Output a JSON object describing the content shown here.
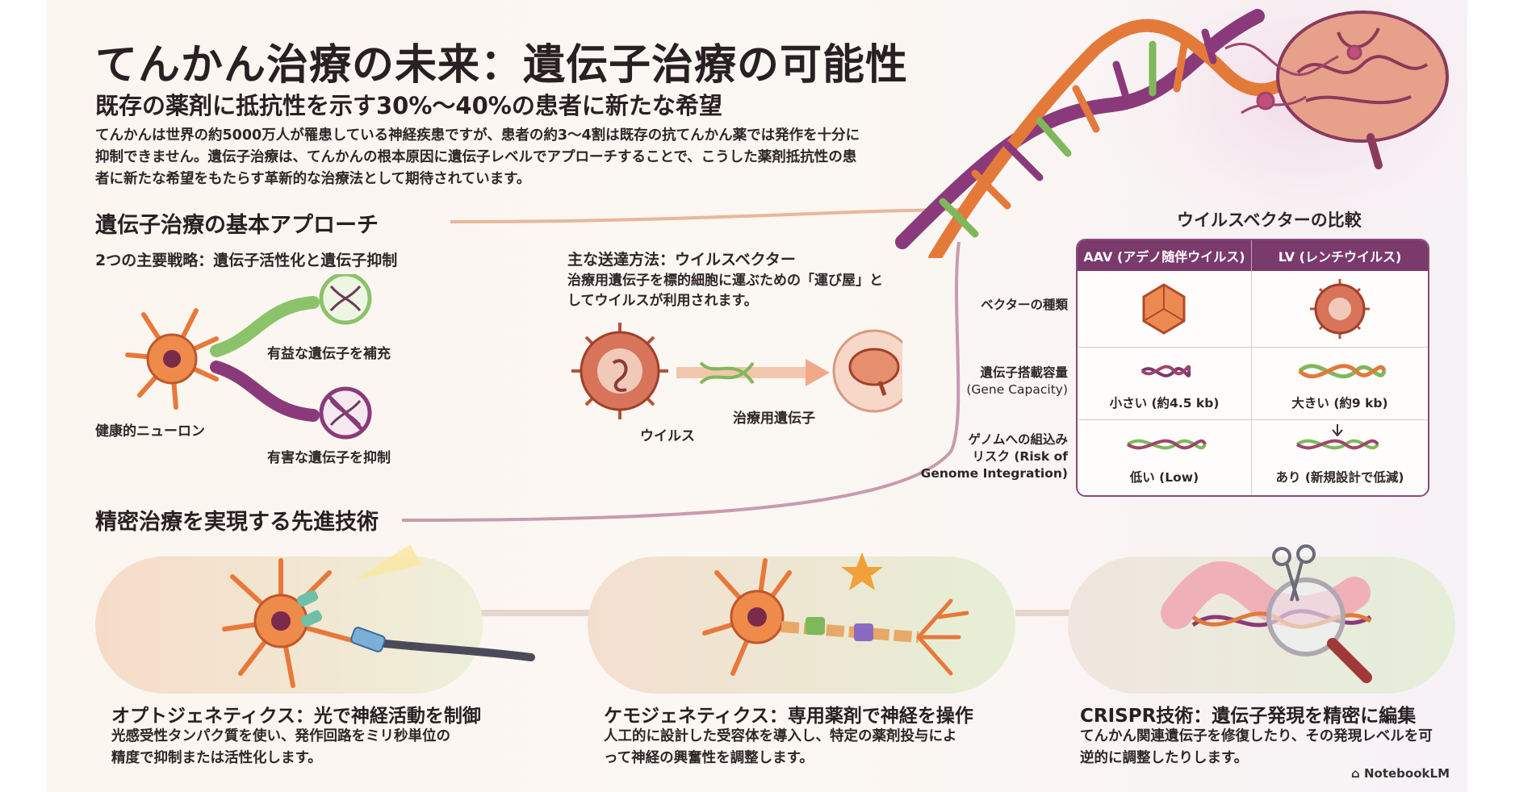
{
  "header": {
    "title": "てんかん治療の未来：遺伝子治療の可能性",
    "subtitle": "既存の薬剤に抵抗性を示す30%〜40%の患者に新たな希望",
    "intro": "てんかんは世界の約5000万人が罹患している神経疾患ですが、患者の約3〜4割は既存の抗てんかん薬では発作を十分に抑制できません。遺伝子治療は、てんかんの根本原因に遺伝子レベルでアプローチすることで、こうした薬剤抵抗性の患者に新たな希望をもたらす革新的な治療法として期待されています。"
  },
  "approach": {
    "heading": "遺伝子治療の基本アプローチ",
    "strategy_label": "2つの主要戦略：遺伝子活性化と遺伝子抑制",
    "neuron_label": "健康的ニューロン",
    "supplement_label": "有益な遺伝子を補充",
    "suppress_label": "有害な遺伝子を抑制",
    "delivery_heading": "主な送達方法：ウイルスベクター",
    "delivery_desc": "治療用遺伝子を標的細胞に運ぶための「運び屋」としてウイルスが利用されます。",
    "virus_label": "ウイルス",
    "gene_label": "治療用遺伝子"
  },
  "comparison": {
    "title": "ウイルスベクターの比較",
    "col_aav": "AAV (アデノ随伴ウイルス)",
    "col_lv": "LV (レンチウイルス)",
    "row_type": "ベクターの種類",
    "row_capacity_1": "遺伝子搭載容量",
    "row_capacity_2": "(Gene Capacity)",
    "row_risk_1": "ゲノムへの組込み",
    "row_risk_2": "リスク (Risk of",
    "row_risk_3": "Genome Integration)",
    "aav_capacity": "小さい (約4.5 kb)",
    "lv_capacity": "大きい (約9 kb)",
    "aav_risk": "低い (Low)",
    "lv_risk": "あり (新規設計で低減)"
  },
  "advanced": {
    "heading": "精密治療を実現する先進技術",
    "techs": [
      {
        "title": "オプトジェネティクス：光で神経活動を制御",
        "desc": "光感受性タンパク質を使い、発作回路をミリ秒単位の精度で抑制または活性化します。"
      },
      {
        "title": "ケモジェネティクス：専用薬剤で神経を操作",
        "desc": "人工的に設計した受容体を導入し、特定の薬剤投与によって神経の興奮性を調整します。"
      },
      {
        "title": "CRISPR技術：遺伝子発現を精密に編集",
        "desc": "てんかん関連遺伝子を修復したり、その発現レベルを可逆的に調整したりします。"
      }
    ]
  },
  "footer": {
    "brand": "NotebookLM"
  },
  "colors": {
    "purple": "#7a3a6c",
    "orange": "#e07a3c",
    "green": "#7fb85a",
    "neuron": "#e8783a"
  }
}
